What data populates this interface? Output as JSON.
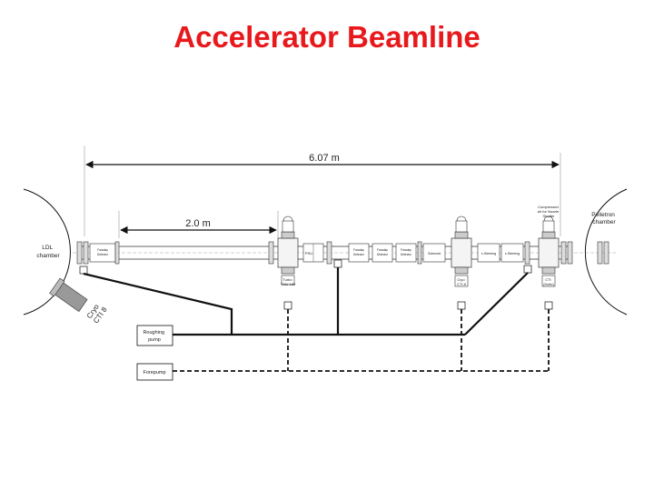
{
  "slide": {
    "title": "Accelerator Beamline"
  },
  "diagram": {
    "total_length": "6.07 m",
    "section_length": "2.0 m",
    "led_chamber": [
      "LDL",
      "chamber"
    ],
    "pelletron_chamber": [
      "Pelletron",
      "chamber"
    ],
    "cryo_left": [
      "Cryo",
      "CTI 8"
    ],
    "cryo_mid": [
      "Cryo",
      "CTI 8"
    ],
    "cryo_right": [
      "CTI",
      "(Helix)"
    ],
    "turbo_left": [
      "Turbo",
      "TMU 180"
    ],
    "compressed_air_label": [
      "Compressed",
      "air for Nozzle",
      "Shutter"
    ],
    "roughing_pump": [
      "Roughing",
      "pump"
    ],
    "forepump": "Forepump",
    "psu_label": "PSU",
    "steering_1": "x-Steering",
    "steering_2": "x-Steering",
    "solenoid_label": "Solenoid",
    "small_labels": [
      "Faraday",
      "Detector"
    ]
  },
  "colors": {
    "title": "#e8191c",
    "line": "#111111"
  }
}
